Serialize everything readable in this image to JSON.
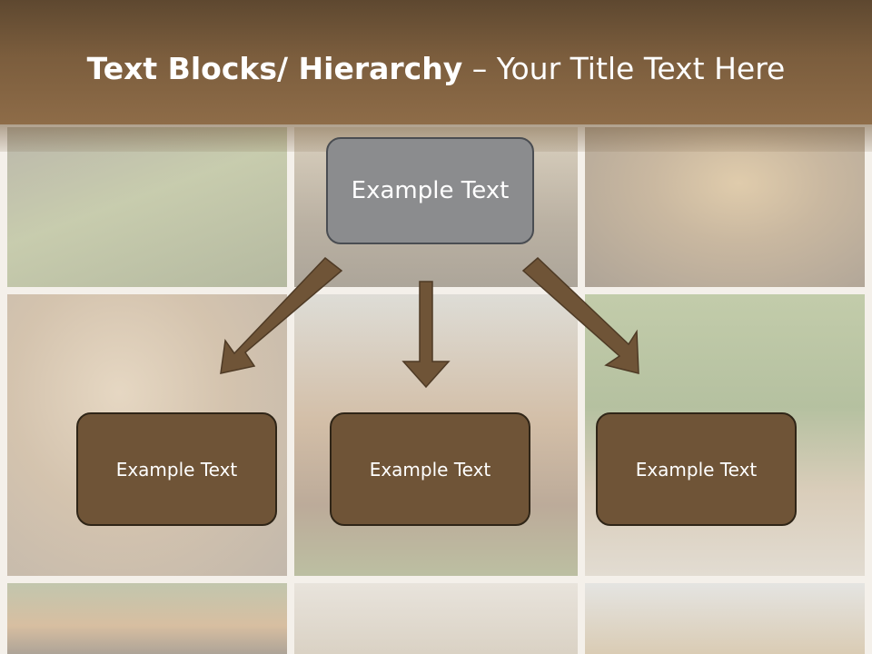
{
  "slide": {
    "title_bold": "Text Blocks/ Hierarchy",
    "title_dash": " – ",
    "title_rest": "Your Title Text Here"
  },
  "hierarchy": {
    "top_box": {
      "label": "Example Text"
    },
    "children": [
      {
        "label": "Example Text"
      },
      {
        "label": "Example Text"
      },
      {
        "label": "Example Text"
      }
    ]
  },
  "colors": {
    "header": "#7b5d3d",
    "top_box_fill": "#8b8c8e",
    "child_box_fill": "#6f5437",
    "arrow": "#6f5437"
  }
}
